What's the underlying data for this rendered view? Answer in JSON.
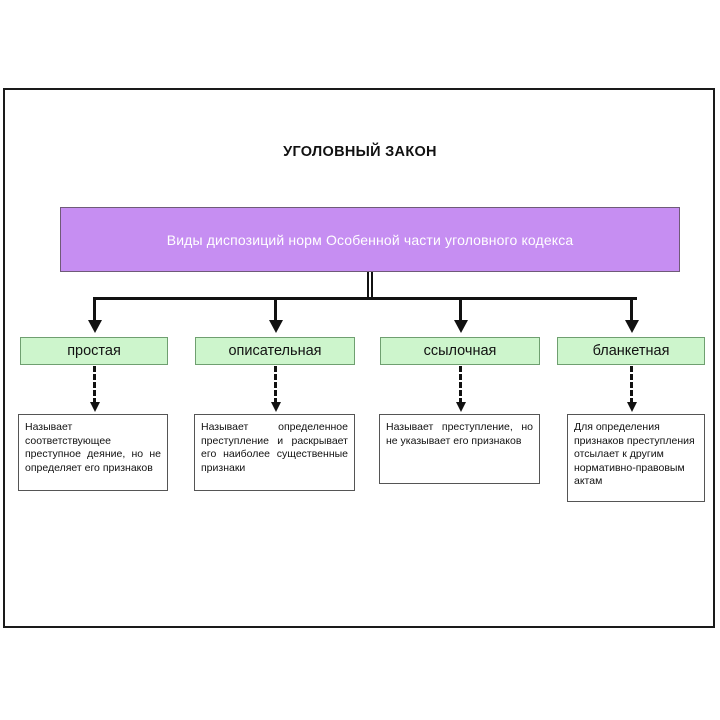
{
  "diagram": {
    "title": "УГОЛОВНЫЙ ЗАКОН",
    "root": {
      "label": "Виды диспозиций норм Особенной части уголовного кодекса",
      "fill_color": "#c68ef2",
      "text_color": "#ffffff"
    },
    "branch_fill_color": "#cdf5cc",
    "branch_border_color": "#6f9f70",
    "branches": [
      {
        "label": "простая",
        "description": "Называет соответствующее преступное деяние, но не определяет его признаков"
      },
      {
        "label": "описательная",
        "description": "Называет определенное преступление и раскрывает его наиболее существенные признаки"
      },
      {
        "label": "ссылочная",
        "description": "Называет преступление, но не указывает его признаков"
      },
      {
        "label": "бланкетная",
        "description": "Для определения признаков преступления отсылает к другим нормативно-правовым актам"
      }
    ]
  }
}
